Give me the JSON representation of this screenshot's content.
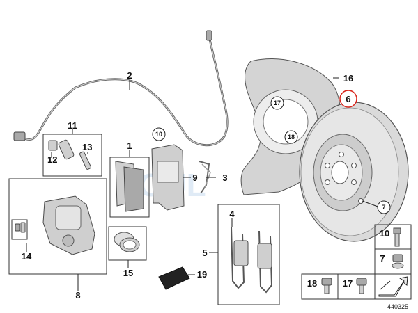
{
  "diagram": {
    "title": "Rear brake parts diagram",
    "image_number": "440325",
    "watermark": "SOUL",
    "highlight_color": "#d9261c",
    "callouts": {
      "c1": "1",
      "c2": "2",
      "c3": "3",
      "c4": "4",
      "c5": "5",
      "c6": "6",
      "c7": "7",
      "c8": "8",
      "c9": "9",
      "c10": "10",
      "c11": "11",
      "c12": "12",
      "c13": "13",
      "c14": "14",
      "c15": "15",
      "c16": "16",
      "c17": "17",
      "c18": "18",
      "c19": "19"
    },
    "hardware_panel": {
      "bolt10": "10",
      "nut7": "7",
      "bolt18": "18",
      "bolt17": "17"
    }
  }
}
